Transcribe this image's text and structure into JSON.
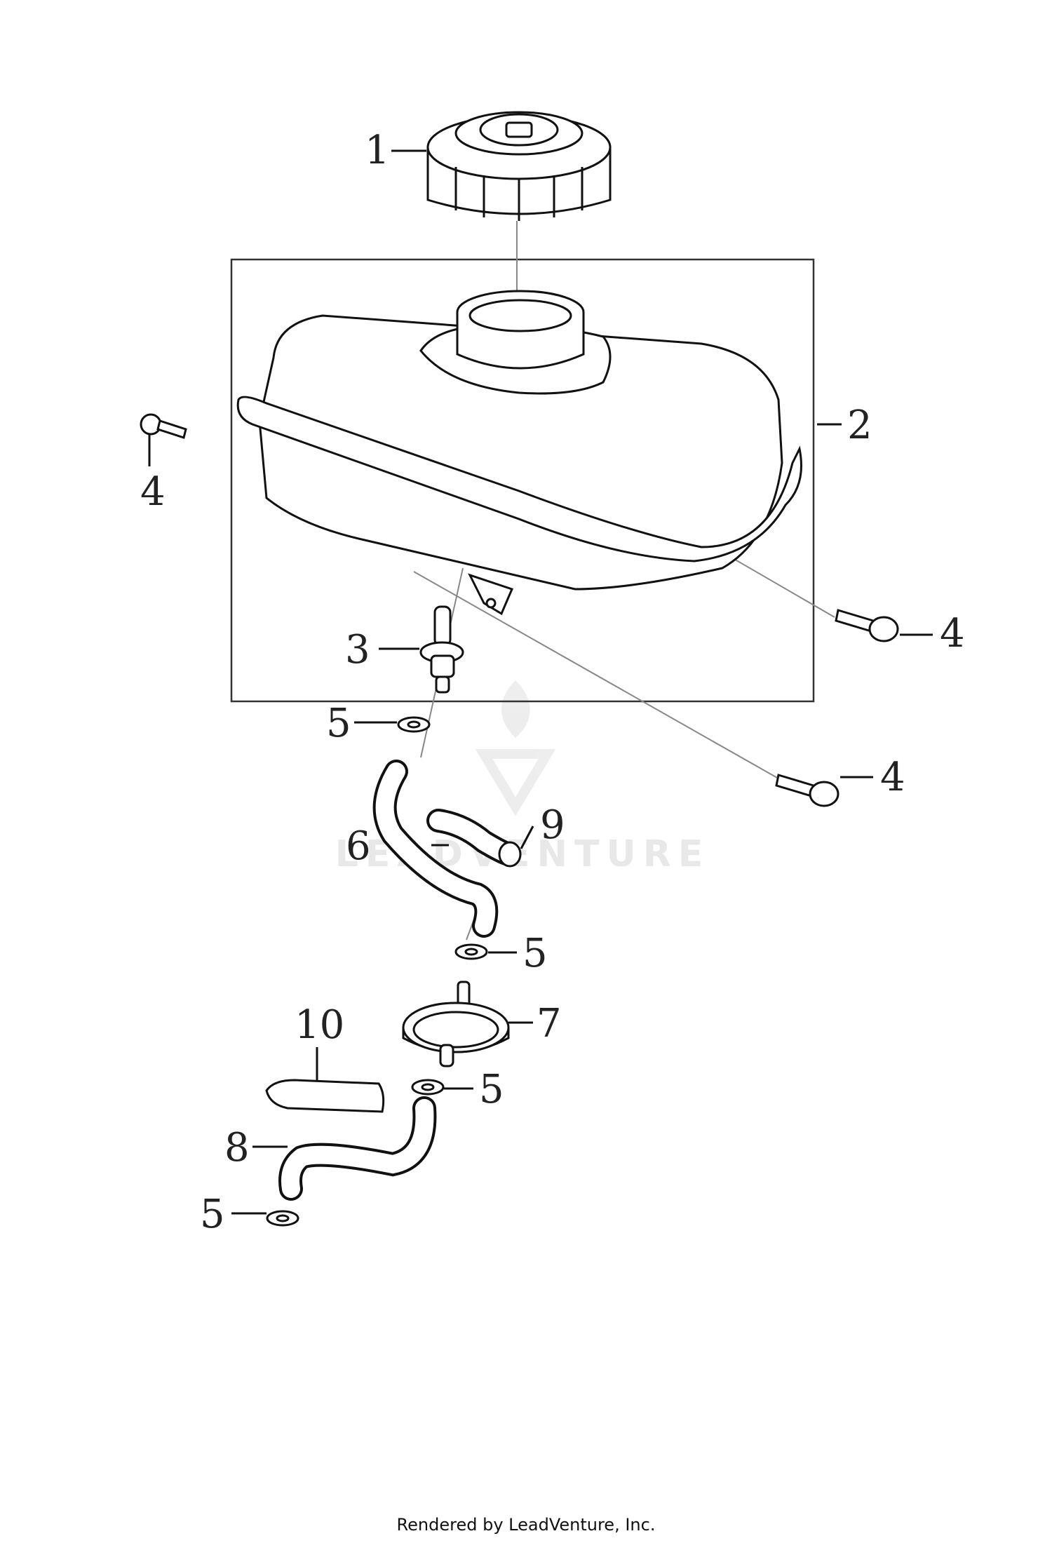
{
  "watermark": {
    "text": "LEADVENTURE"
  },
  "callouts": [
    {
      "id": "c1",
      "label": "1"
    },
    {
      "id": "c2",
      "label": "2"
    },
    {
      "id": "c3",
      "label": "3"
    },
    {
      "id": "c4a",
      "label": "4"
    },
    {
      "id": "c4b",
      "label": "4"
    },
    {
      "id": "c4c",
      "label": "4"
    },
    {
      "id": "c5a",
      "label": "5"
    },
    {
      "id": "c5b",
      "label": "5"
    },
    {
      "id": "c5c",
      "label": "5"
    },
    {
      "id": "c5d",
      "label": "5"
    },
    {
      "id": "c6",
      "label": "6"
    },
    {
      "id": "c7",
      "label": "7"
    },
    {
      "id": "c8",
      "label": "8"
    },
    {
      "id": "c9",
      "label": "9"
    },
    {
      "id": "c10",
      "label": "10"
    }
  ],
  "footer": {
    "text": "Rendered by LeadVenture, Inc."
  }
}
